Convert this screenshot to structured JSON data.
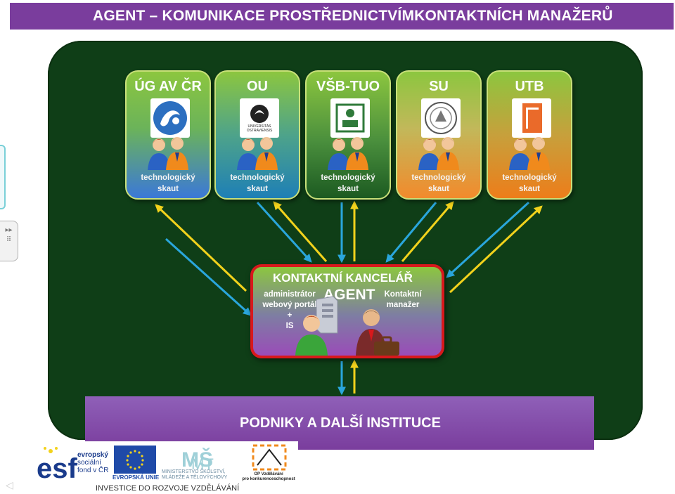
{
  "header": {
    "title": "AGENT – KOMUNIKACE PROSTŘEDNICTVÍMKONTAKTNÍCH MANAŽERŮ"
  },
  "institutions": [
    {
      "name": "ÚG AV ČR",
      "role_line1": "technologický",
      "role_line2": "skaut",
      "logo_icon": "ugavcr-logo-icon"
    },
    {
      "name": "OU",
      "role_line1": "technologický",
      "role_line2": "skaut",
      "logo_icon": "ou-logo-icon",
      "logo_text": "UNIVERSITAS OSTRAVIENSIS"
    },
    {
      "name": "VŠB-TUO",
      "role_line1": "technologický",
      "role_line2": "skaut",
      "logo_icon": "vsb-tuo-logo-icon"
    },
    {
      "name": "SU",
      "role_line1": "technologický",
      "role_line2": "skaut",
      "logo_icon": "su-logo-icon"
    },
    {
      "name": "UTB",
      "role_line1": "technologický",
      "role_line2": "skaut",
      "logo_icon": "utb-logo-icon"
    }
  ],
  "office": {
    "title": "KONTAKTNÍ KANCELÁŘ",
    "agent": "AGENT",
    "admin_line1": "administrátor",
    "admin_line2": "webový portál",
    "admin_line3": "+",
    "admin_line4": "IS",
    "manager_line1": "Kontaktní",
    "manager_line2": "manažer"
  },
  "companies": {
    "label": "PODNIKY A DALŠÍ INSTITUCE"
  },
  "footer": {
    "esf_line1": "evropský",
    "esf_line2": "sociální",
    "esf_line3": "fond v ČR",
    "eu_label": "EVROPSKÁ UNIE",
    "msmt_label": "MINISTERSTVO ŠKOLSTVÍ, MLÁDEŽE A TĚLOVÝCHOVY",
    "op_line1": "OP Vzdělávání",
    "op_line2": "pro konkurenceschopnost",
    "invest_label": "INVESTICE DO ROZVOJE VZDĚLÁVÁNÍ"
  },
  "colors": {
    "title_bar": "#7a3d9d",
    "board": "#0f3e17",
    "arrow_blue": "#2aa6dc",
    "arrow_yellow": "#f2d21c",
    "office_border": "#d8181c"
  }
}
